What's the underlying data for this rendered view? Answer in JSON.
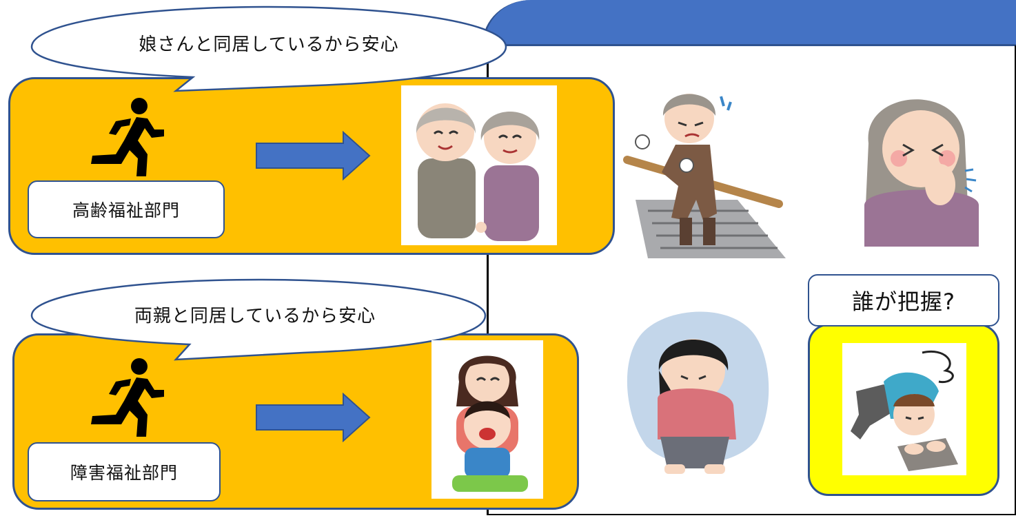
{
  "rows": [
    {
      "speech": "娘さんと同居しているから安心",
      "department": "高齢福祉部門"
    },
    {
      "speech": "両親と同居しているから安心",
      "department": "障害福祉部門"
    }
  ],
  "question_label": "誰が把握?",
  "colors": {
    "banner": "#4472c4",
    "outline": "#2f528f",
    "orange": "#ffc000",
    "yellow": "#ffff00",
    "arrow": "#4472c4"
  },
  "icons": [
    "running-person-icon",
    "right-arrow-icon",
    "elderly-couple-illustration",
    "mother-child-illustration",
    "elderly-man-stairs-illustration",
    "elderly-woman-coughing-illustration",
    "depressed-person-illustration",
    "collapsed-worker-illustration"
  ]
}
